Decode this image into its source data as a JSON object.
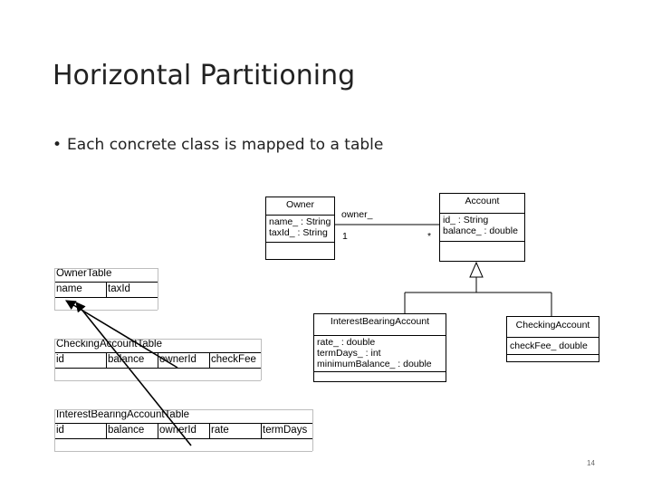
{
  "slide": {
    "title": "Horizontal Partitioning",
    "bullet": "Each concrete class is mapped to a table",
    "page_number": "14"
  },
  "uml": {
    "owner": {
      "name": "Owner",
      "attributes": [
        "name_ : String",
        "taxId_ : String"
      ]
    },
    "account": {
      "name": "Account",
      "attributes": [
        "id_ : String",
        "balance_ : double"
      ]
    },
    "interest": {
      "name": "InterestBearingAccount",
      "attributes": [
        "rate_ : double",
        "termDays_ : int",
        "minimumBalance_ : double"
      ]
    },
    "checking": {
      "name": "CheckingAccount",
      "attributes": [
        "checkFee_ double"
      ]
    },
    "association": {
      "role": "owner_",
      "mult_owner": "1",
      "mult_account": "*"
    }
  },
  "tables": {
    "owner": {
      "name": "OwnerTable",
      "columns": [
        "name",
        "taxId"
      ]
    },
    "checking": {
      "name": "CheckingAccountTable",
      "columns": [
        "id",
        "balance",
        "ownerId",
        "checkFee"
      ]
    },
    "interest": {
      "name": "InterestBearingAccountTable",
      "columns": [
        "id",
        "balance",
        "ownerId",
        "rate",
        "termDays"
      ]
    }
  }
}
